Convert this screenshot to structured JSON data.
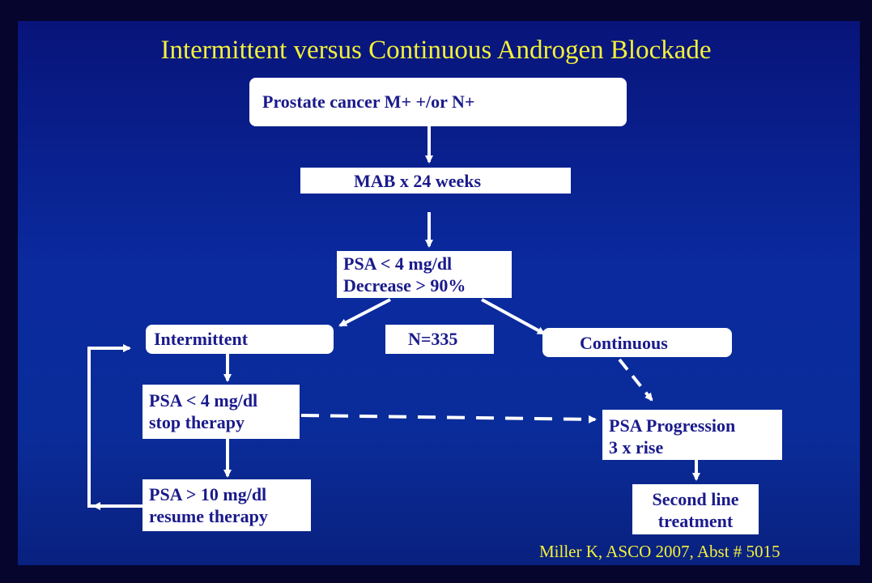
{
  "slide": {
    "title": "Intermittent versus Continuous Androgen Blockade",
    "citation": "Miller K,  ASCO 2007, Abst # 5015"
  },
  "nodes": {
    "prostate_cancer": "Prostate cancer M+  +/or N+",
    "mab": "MAB x 24 weeks",
    "psa_response": [
      "PSA < 4 mg/dl",
      "Decrease > 90%"
    ],
    "intermittent": "Intermittent",
    "n_count": "N=335",
    "continuous": "Continuous",
    "psa_stop": [
      "PSA < 4 mg/dl",
      "stop therapy"
    ],
    "psa_resume": [
      "PSA > 10 mg/dl",
      "resume therapy"
    ],
    "psa_progression": [
      "PSA Progression",
      "3 x rise"
    ],
    "second_line": [
      "Second line",
      "treatment"
    ]
  },
  "colors": {
    "background": "#0a2a9e",
    "title": "#f3f03a",
    "box_text": "#1a1a8c",
    "box_fill": "#ffffff",
    "arrow": "#ffffff"
  }
}
